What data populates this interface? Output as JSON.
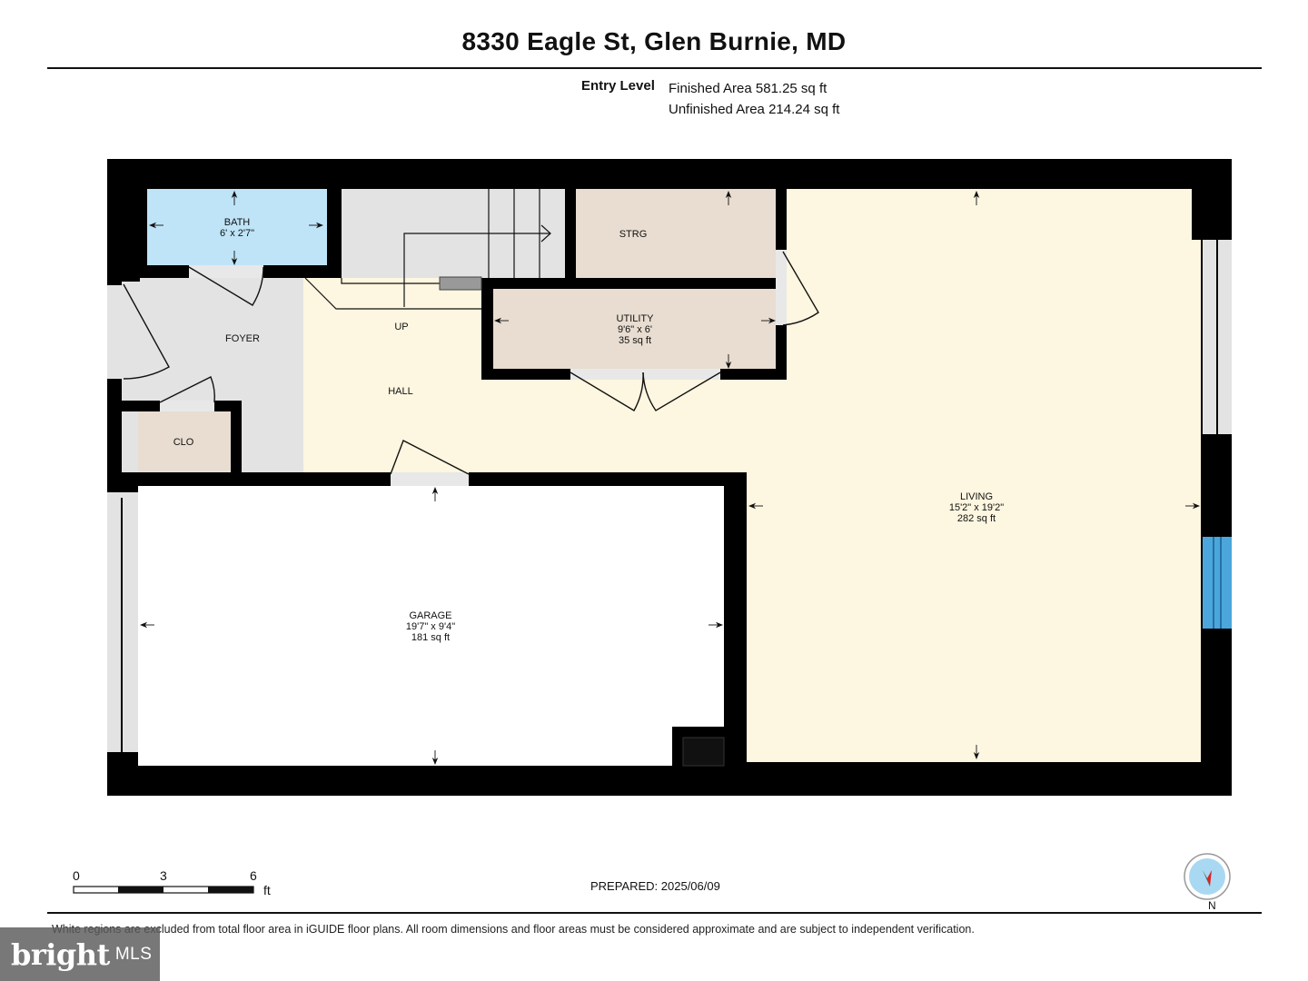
{
  "title": "8330 Eagle St, Glen Burnie, MD",
  "level": {
    "name": "Entry Level",
    "finished_area": "Finished Area 581.25 sq ft",
    "unfinished_area": "Unfinished Area 214.24 sq ft"
  },
  "rooms": {
    "bath": {
      "name": "BATH",
      "dims": "6' x 2'7\""
    },
    "strg": {
      "name": "STRG"
    },
    "utility": {
      "name": "UTILITY",
      "dims": "9'6\" x 6'",
      "area": "35 sq ft"
    },
    "foyer": {
      "name": "FOYER"
    },
    "hall": {
      "name": "HALL"
    },
    "up": {
      "name": "UP"
    },
    "clo": {
      "name": "CLO"
    },
    "living": {
      "name": "LIVING",
      "dims": "15'2\" x 19'2\"",
      "area": "282 sq ft"
    },
    "garage": {
      "name": "GARAGE",
      "dims": "19'7\" x 9'4\"",
      "area": "181 sq ft"
    }
  },
  "scale": {
    "ticks": [
      "0",
      "3",
      "6"
    ],
    "unit": "ft"
  },
  "prepared": "PREPARED: 2025/06/09",
  "compass": {
    "label": "N"
  },
  "disclaimer": "White regions are excluded from total floor area in iGUIDE floor plans. All room dimensions and floor areas must be considered approximate and are subject to independent verification.",
  "logo": {
    "word": "bright",
    "suffix": "MLS"
  },
  "colors": {
    "wall": "#000000",
    "bath": "#bfe4f7",
    "hall": "#fdf6e0",
    "utility": "#e8ddd0",
    "foyer": "#e3e3e3",
    "garage": "#ffffff",
    "window": "#4ba6dc"
  }
}
